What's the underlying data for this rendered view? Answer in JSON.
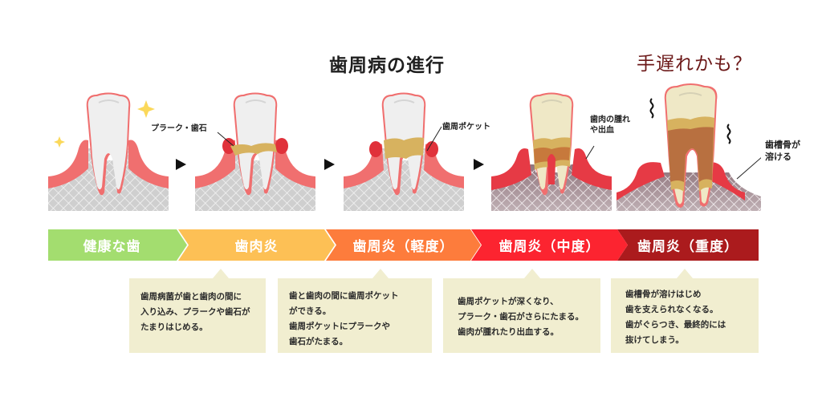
{
  "title": "歯周病の進行",
  "warning": "手遅れかも？",
  "colors": {
    "healthy": "#a3dd6f",
    "gingivitis": "#fdc055",
    "mild": "#fd7c3c",
    "moderate": "#fc2430",
    "severe": "#ab1b1d",
    "callout_bg": "#f1eed0",
    "gum": "#f06f6f",
    "bone": "#c8c8c8"
  },
  "illustrations": {
    "labels": {
      "plaque_tartar": "プラーク・歯石",
      "periodontal_pocket": "歯周ポケット",
      "gum_swelling_line1": "歯肉の腫れ",
      "gum_swelling_line2": "や出血",
      "bone_dissolve_line1": "歯槽骨が",
      "bone_dissolve_line2": "溶ける"
    }
  },
  "stages": [
    {
      "label": "健康な歯",
      "color": "#a3dd6f"
    },
    {
      "label": "歯肉炎",
      "color": "#fdc055"
    },
    {
      "label": "歯周炎（軽度）",
      "color": "#fd7c3c"
    },
    {
      "label": "歯周炎（中度）",
      "color": "#fc2430"
    },
    {
      "label": "歯周炎（重度）",
      "color": "#ab1b1d"
    }
  ],
  "descriptions": [
    {
      "text": "歯周病菌が歯と歯肉の間に\n入り込み、プラークや歯石が\nたまりはじめる。"
    },
    {
      "text": "歯と歯肉の間に歯周ポケット\nができる。\n歯周ポケットにプラークや\n歯石がたまる。"
    },
    {
      "text": "歯周ポケットが深くなり、\nプラーク・歯石がさらにたまる。\n歯肉が腫れたり出血する。"
    },
    {
      "text": "歯槽骨が溶けはじめ\n歯を支えられなくなる。\n歯がぐらつき、最終的には\n抜けてしまう。"
    }
  ]
}
